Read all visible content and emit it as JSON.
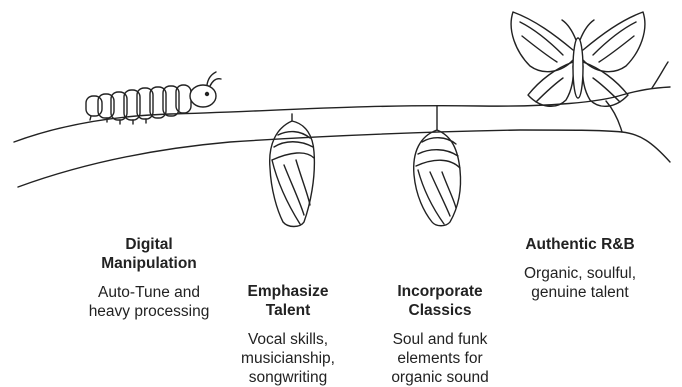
{
  "colors": {
    "line": "#222222",
    "text": "#222222",
    "background": "#ffffff"
  },
  "stages": [
    {
      "title": "Digital Manipulation",
      "description": "Auto-Tune and heavy processing",
      "icon": "caterpillar-icon"
    },
    {
      "title": "Emphasize Talent",
      "description": "Vocal skills, musicianship, songwriting",
      "icon": "chrysalis-icon"
    },
    {
      "title": "Incorporate Classics",
      "description": "Soul and funk elements for organic sound",
      "icon": "chrysalis-icon"
    },
    {
      "title": "Authentic R&B",
      "description": "Organic, soulful, genuine talent",
      "icon": "butterfly-icon"
    }
  ]
}
